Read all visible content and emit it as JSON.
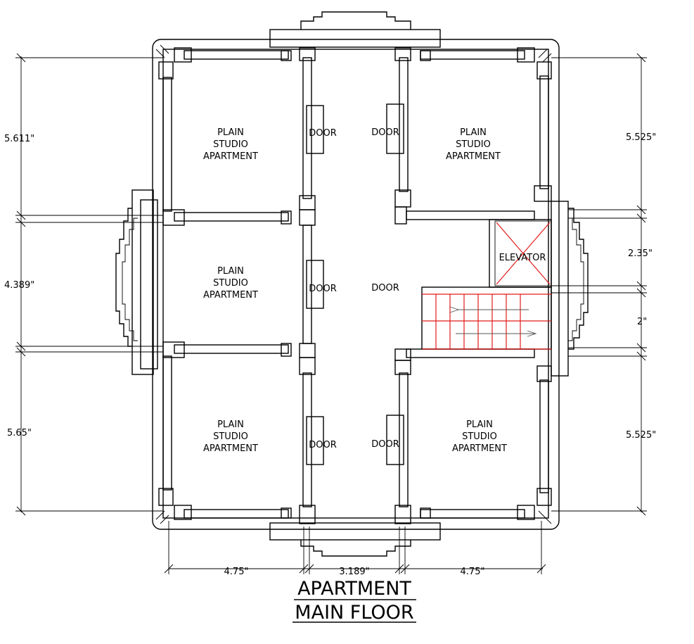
{
  "title": {
    "line1": "APARTMENT",
    "line2": "MAIN FLOOR"
  },
  "rooms": {
    "top_left": [
      "PLAIN",
      "STUDIO",
      "APARTMENT"
    ],
    "top_right": [
      "PLAIN",
      "STUDIO",
      "APARTMENT"
    ],
    "middle_left": [
      "PLAIN",
      "STUDIO",
      "APARTMENT"
    ],
    "bottom_left": [
      "PLAIN",
      "STUDIO",
      "APARTMENT"
    ],
    "bottom_right": [
      "PLAIN",
      "STUDIO",
      "APARTMENT"
    ]
  },
  "doors": {
    "top_left": "DOOR",
    "top_right": "DOOR",
    "middle_left": "DOOR",
    "corridor": "DOOR",
    "bottom_left": "DOOR",
    "bottom_right": "DOOR"
  },
  "elevator": "ELEVATOR",
  "dimensions": {
    "left": [
      "5.611\"",
      "4.389\"",
      "5.65\""
    ],
    "right": [
      "5.525\"",
      "2.35\"",
      "2\"",
      "5.525\""
    ],
    "bottom": [
      "4.75\"",
      "3.189\"",
      "4.75\""
    ]
  },
  "colors": {
    "line": "#000000",
    "stairs": "#e21b1b"
  }
}
